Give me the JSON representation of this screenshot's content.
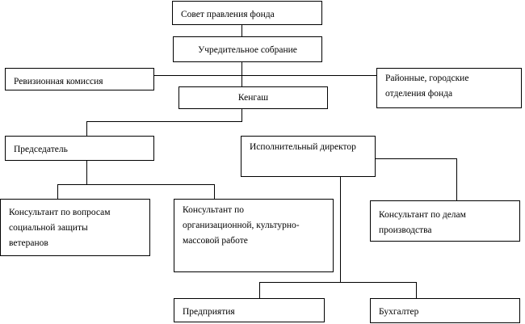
{
  "nodes": {
    "board": "Совет правления фонда",
    "founding_meeting": "Учредительное собрание",
    "audit_commission": "Ревизионная комиссия",
    "regional_branches": "Районные, городские\nотделения фонда",
    "kengash": "Кенгаш",
    "chairman": "Председатель",
    "executive_director": "Исполнительный  директор",
    "social_consultant": "Консультант по вопросам\nсоциальной защиты\nветеранов",
    "cultural_consultant": "Консультант по\nорганизационной, культурно-\nмассовой работе",
    "production_consultant": "Консультант по делам\nпроизводства",
    "enterprises": "Предприятия",
    "accountant": "Бухгалтер"
  }
}
